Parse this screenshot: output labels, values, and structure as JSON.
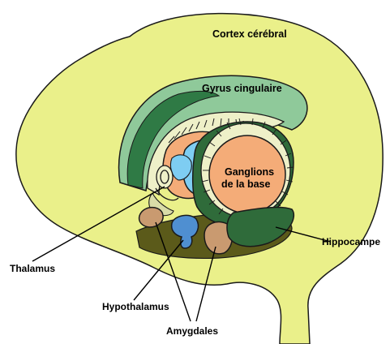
{
  "labels": {
    "cortex": "Cortex cérébral",
    "cingulate": "Gyrus cingulaire",
    "basal_ganglia_line1": "Ganglions",
    "basal_ganglia_line2": "de la base",
    "hippocampus": "Hippocampe",
    "thalamus": "Thalamus",
    "hypothalamus": "Hypothalamus",
    "amygdala": "Amygdales"
  },
  "colors": {
    "cortex": "#eaf08a",
    "cortex_dark": "#a9ad3d",
    "cingulate": "#8fc99a",
    "cingulate_dark": "#2f7a45",
    "basal_ganglia": "#f4ac78",
    "thalamus_blue": "#7ecdf2",
    "hypothalamus_blue": "#4f8fd1",
    "amygdala": "#c99a70",
    "hippocampus": "#2f6b3a",
    "olive_shadow": "#5b5a1a"
  }
}
